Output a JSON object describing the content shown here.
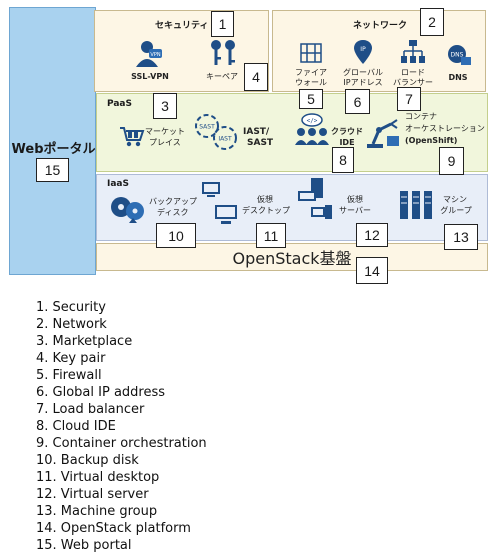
{
  "web_portal": {
    "label": "Webポータル",
    "number": "15"
  },
  "panels": {
    "security": {
      "title": "セキュリティ"
    },
    "network": {
      "title": "ネットワーク"
    },
    "paas": {
      "title": "PaaS"
    },
    "iaas": {
      "title": "IaaS"
    },
    "openstack": {
      "title": "OpenStack基盤"
    }
  },
  "items": {
    "ssl_vpn": "SSL-VPN",
    "key_pair": "キーペア",
    "firewall_l1": "ファイア",
    "firewall_l2": "ウォール",
    "global_ip_l1": "グローバル",
    "global_ip_l2": "IPアドレス",
    "load_balancer_l1": "ロード",
    "load_balancer_l2": "バランサー",
    "dns": "DNS",
    "marketplace_l1": "マーケット",
    "marketplace_l2": "プレイス",
    "iast_l1": "IAST/",
    "iast_l2": "SAST",
    "cloud_ide_l1": "クラウド",
    "cloud_ide_l2": "IDE",
    "container_l1": "コンテナ",
    "container_l2": "オーケストレーション",
    "container_l3": "(OpenShift)",
    "backup_l1": "バックアップ",
    "backup_l2": "ディスク",
    "vdesktop_l1": "仮想",
    "vdesktop_l2": "デスクトップ",
    "vserver_l1": "仮想",
    "vserver_l2": "サーバー",
    "machine_l1": "マシン",
    "machine_l2": "グループ",
    "sast_badge": "SAST",
    "iast_badge": "IAST",
    "vpn_badge": "VPN",
    "ip_badge": "IP",
    "dns_badge": "DNS"
  },
  "numbers": [
    "1",
    "2",
    "3",
    "4",
    "5",
    "6",
    "7",
    "8",
    "9",
    "10",
    "11",
    "12",
    "13",
    "14",
    "15"
  ],
  "legend": [
    "1. Security",
    "2. Network",
    "3. Marketplace",
    "4. Key pair",
    "5. Firewall",
    "6. Global IP address",
    "7. Load balancer",
    "8. Cloud IDE",
    "9. Container orchestration",
    "10. Backup disk",
    "11. Virtual desktop",
    "12. Virtual server",
    "13. Machine group",
    "14. OpenStack platform",
    "15. Web portal"
  ],
  "colors": {
    "icon_blue": "#1f4e87",
    "portal_bg": "#a9d2ef",
    "security_bg": "#fdf6e5",
    "paas_bg": "#f1f6dc",
    "iaas_bg": "#e8eef8"
  }
}
